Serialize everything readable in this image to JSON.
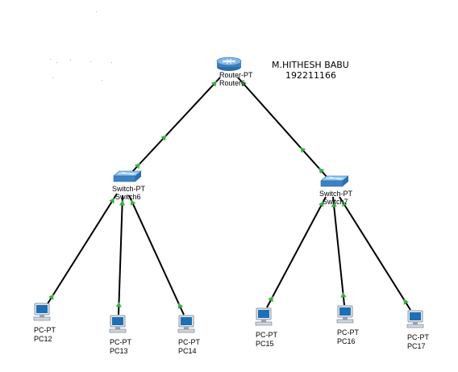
{
  "annotation": {
    "name": "M.HITHESH BABU",
    "id": "192211166"
  },
  "devices": {
    "router6": {
      "type_label": "Router-PT",
      "name": "Router6"
    },
    "switch6": {
      "type_label": "Switch-PT",
      "name": "Switch6"
    },
    "switch7": {
      "type_label": "Switch-PT",
      "name": "Switch7"
    },
    "pc12": {
      "type_label": "PC-PT",
      "name": "PC12"
    },
    "pc13": {
      "type_label": "PC-PT",
      "name": "PC13"
    },
    "pc14": {
      "type_label": "PC-PT",
      "name": "PC14"
    },
    "pc15": {
      "type_label": "PC-PT",
      "name": "PC15"
    },
    "pc16": {
      "type_label": "PC-PT",
      "name": "PC16"
    },
    "pc17": {
      "type_label": "PC-PT",
      "name": "PC17"
    }
  },
  "links": [
    {
      "from": "router6",
      "to": "switch6",
      "status": "up"
    },
    {
      "from": "router6",
      "to": "switch7",
      "status": "up"
    },
    {
      "from": "switch6",
      "to": "pc12",
      "status": "up"
    },
    {
      "from": "switch6",
      "to": "pc13",
      "status": "up"
    },
    {
      "from": "switch6",
      "to": "pc14",
      "status": "up"
    },
    {
      "from": "switch7",
      "to": "pc15",
      "status": "up"
    },
    {
      "from": "switch7",
      "to": "pc16",
      "status": "up"
    },
    {
      "from": "switch7",
      "to": "pc17",
      "status": "up"
    }
  ],
  "colors": {
    "link": "#000000",
    "link_up_indicator": "#3cb043",
    "router_body": "#4a90c8",
    "switch_body": "#5b9bd5",
    "pc_screen": "#1f6fb4"
  }
}
